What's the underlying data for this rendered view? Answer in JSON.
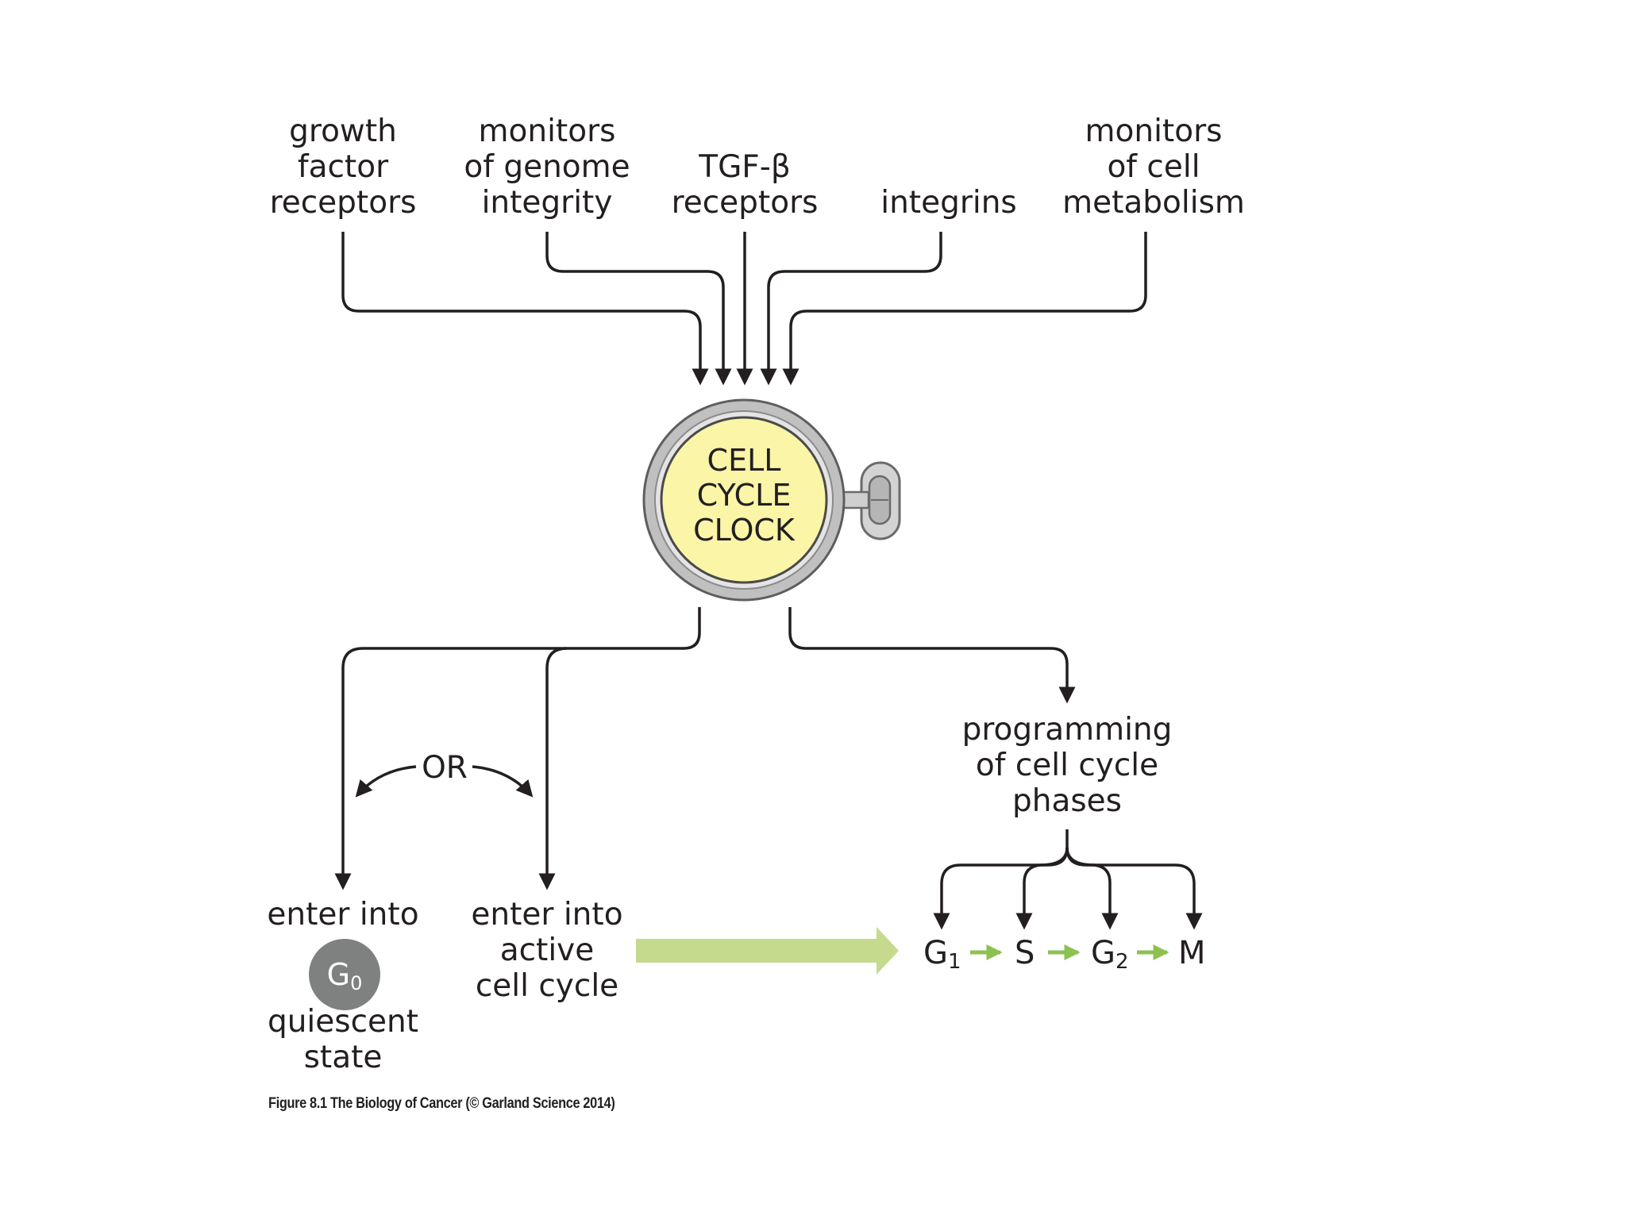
{
  "inputs": [
    {
      "id": "growth-factor-receptors",
      "lines": [
        "growth",
        "factor",
        "receptors"
      ]
    },
    {
      "id": "monitors-genome-integrity",
      "lines": [
        "monitors",
        "of genome",
        "integrity"
      ]
    },
    {
      "id": "tgf-beta-receptors",
      "lines": [
        "TGF-β",
        "receptors"
      ]
    },
    {
      "id": "integrins",
      "lines": [
        "integrins"
      ]
    },
    {
      "id": "monitors-cell-metabolism",
      "lines": [
        "monitors",
        "of cell",
        "metabolism"
      ]
    }
  ],
  "clock": {
    "lines": [
      "CELL",
      "CYCLE",
      "CLOCK"
    ],
    "face_color": "#fbf5a8",
    "rim_color": "#bfbfbf"
  },
  "choice": {
    "or_label": "OR"
  },
  "outcomes": {
    "quiescent": {
      "enter_label": "enter into",
      "badge_main": "G",
      "badge_sub": "0",
      "state_lines": [
        "quiescent",
        "state"
      ]
    },
    "active": {
      "lines": [
        "enter into",
        "active",
        "cell cycle"
      ]
    },
    "programming": {
      "lines": [
        "programming",
        "of cell cycle",
        "phases"
      ]
    }
  },
  "phases": [
    {
      "main": "G",
      "sub": "1"
    },
    {
      "main": "S",
      "sub": ""
    },
    {
      "main": "G",
      "sub": "2"
    },
    {
      "main": "M",
      "sub": ""
    }
  ],
  "colors": {
    "arrow": "#231f20",
    "green_arrow": "#c4db8e",
    "small_green_arrow": "#8cc152",
    "g0_badge": "#7f8080"
  },
  "caption": "Figure 8.1  The Biology of Cancer (© Garland Science 2014)"
}
